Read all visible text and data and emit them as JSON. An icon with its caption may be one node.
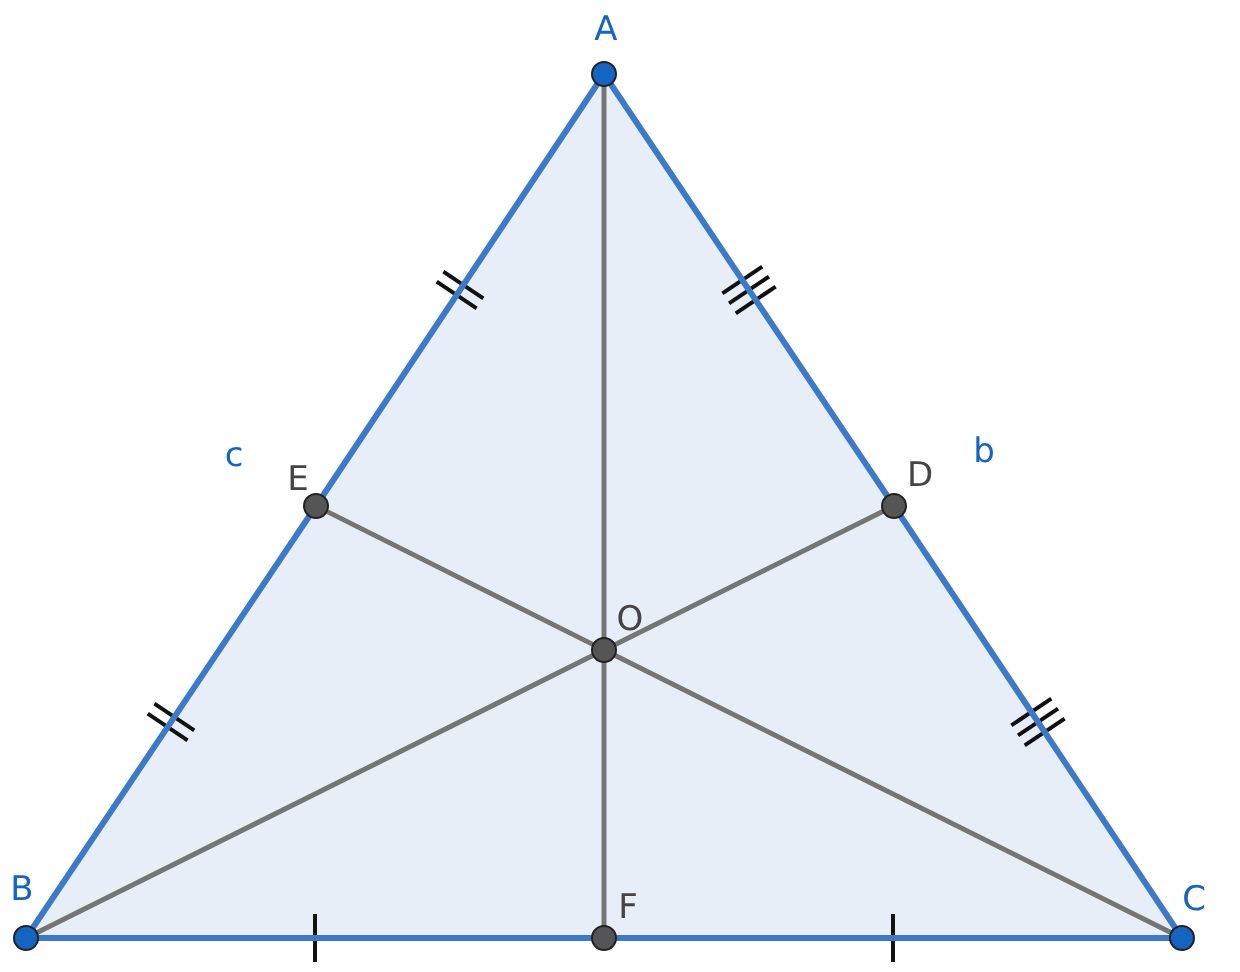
{
  "diagram": {
    "nodes": [
      {
        "text": [
          "A"
        ]
      },
      {
        "text": [
          "B"
        ]
      },
      {
        "text": [
          "C"
        ]
      },
      {
        "text": [
          "D"
        ]
      },
      {
        "text": [
          "E"
        ]
      },
      {
        "text": [
          "F"
        ]
      },
      {
        "text": [
          "O"
        ]
      }
    ],
    "edges": [
      {
        "from": 0,
        "to": 4,
        "arrow": "none"
      },
      {
        "from": 4,
        "to": 1,
        "arrow": "none"
      },
      {
        "from": 1,
        "to": 5,
        "arrow": "none"
      },
      {
        "from": 5,
        "to": 2,
        "arrow": "none"
      },
      {
        "from": 2,
        "to": 3,
        "arrow": "none"
      },
      {
        "from": 3,
        "to": 0,
        "arrow": "none"
      },
      {
        "from": 0,
        "to": 6,
        "arrow": "none",
        "color": "#757575"
      },
      {
        "from": 6,
        "to": 5,
        "arrow": "none",
        "color": "#757575"
      },
      {
        "from": 1,
        "to": 6,
        "arrow": "none",
        "color": "#757575"
      },
      {
        "from": 6,
        "to": 3,
        "arrow": "none",
        "color": "#757575"
      },
      {
        "from": 2,
        "to": 6,
        "arrow": "none",
        "color": "#757575"
      },
      {
        "from": 6,
        "to": 4,
        "arrow": "none",
        "color": "#757575"
      }
    ],
    "labels": [
      "c",
      "b"
    ]
  }
}
